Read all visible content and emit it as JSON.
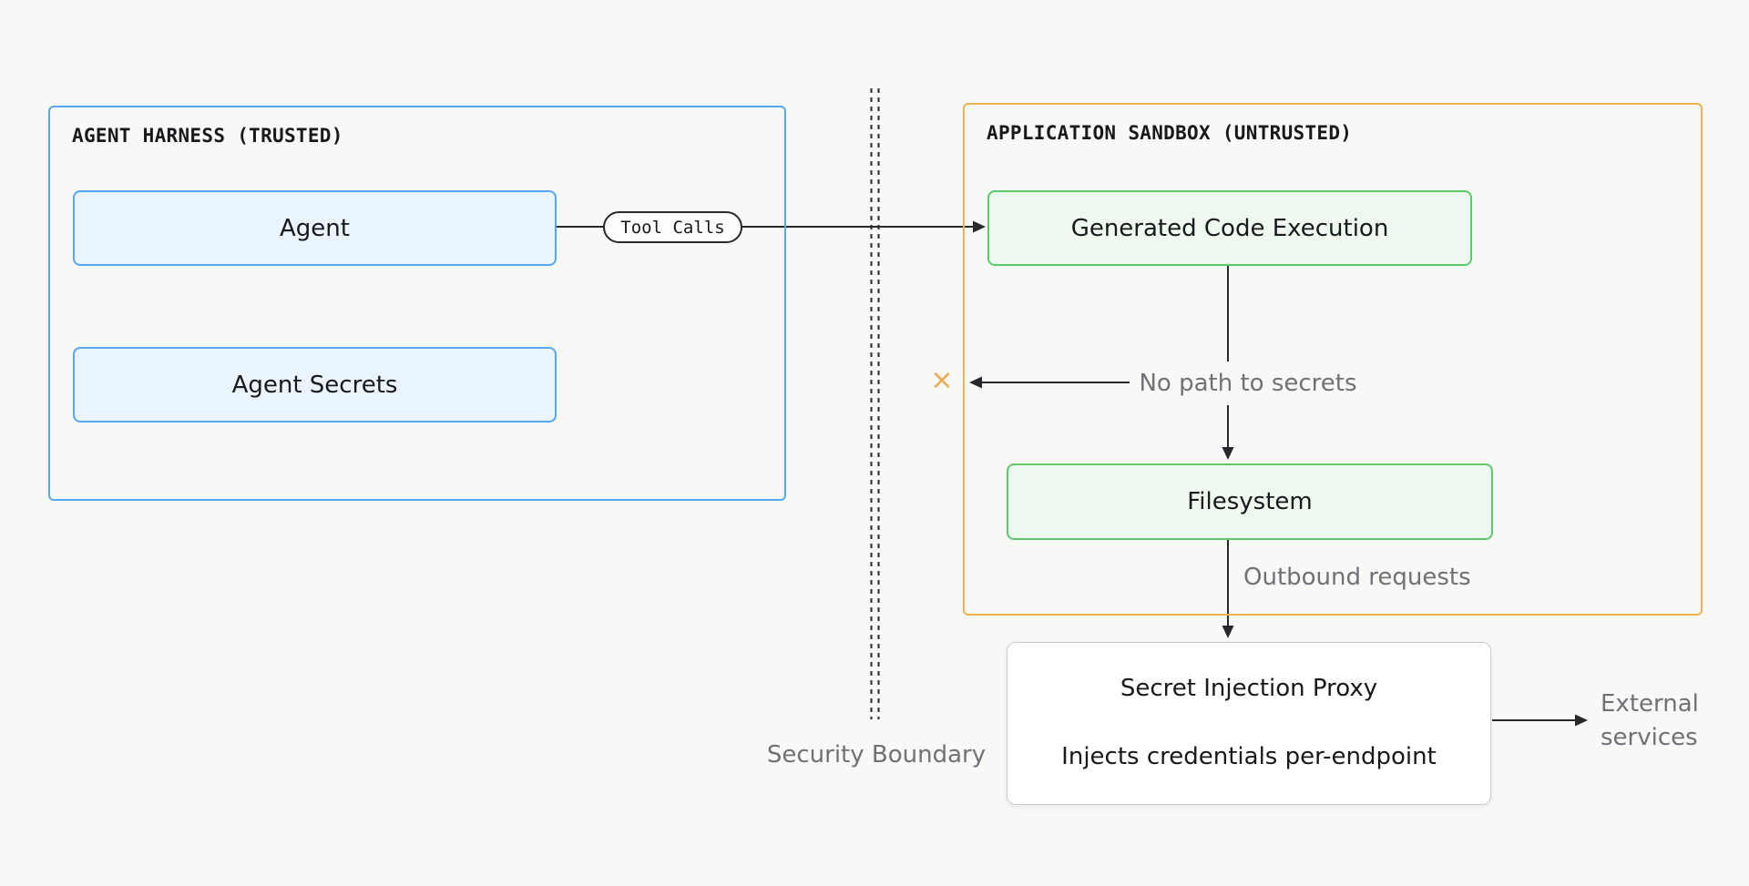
{
  "harness": {
    "title": "AGENT HARNESS (TRUSTED)",
    "agent_label": "Agent",
    "secrets_label": "Agent Secrets"
  },
  "sandbox": {
    "title": "APPLICATION SANDBOX (UNTRUSTED)",
    "generated_code_label": "Generated Code Execution",
    "filesystem_label": "Filesystem"
  },
  "proxy": {
    "title": "Secret Injection Proxy",
    "description": "Injects credentials per-endpoint"
  },
  "annotations": {
    "tool_calls": "Tool Calls",
    "no_path_to_secrets": "No path to secrets",
    "outbound_requests": "Outbound requests",
    "security_boundary": "Security Boundary",
    "external_services_line1": "External",
    "external_services_line2": "services",
    "blocked_marker": "×"
  },
  "colors": {
    "background": "#f8f8f6",
    "trusted_border": "#55a8f0",
    "trusted_fill": "#eaf4fd",
    "untrusted_border": "#f0b14e",
    "sandbox_node_border": "#5ec96a",
    "sandbox_node_fill": "#edf8ee",
    "proxy_border": "#c9cbce",
    "line": "#26282b",
    "text_primary": "#17191c",
    "text_muted": "#6e7277",
    "blocked_marker": "#f0a84e"
  }
}
